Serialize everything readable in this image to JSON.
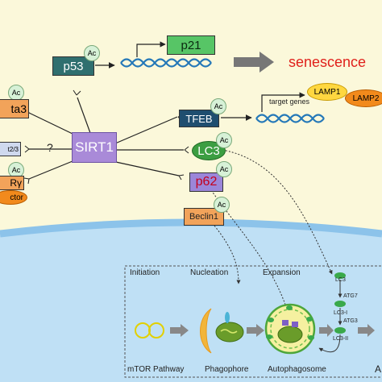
{
  "colors": {
    "cytoplasm": "#fbf8da",
    "nucleus": "#bfe0f5",
    "membrane": "#8cc3ea",
    "p53": "#2f6f6f",
    "p21": "#57c566",
    "sirt1": "#a98ad8",
    "tfeb": "#1f4e6f",
    "lc3": "#3c9e42",
    "p62": "#9b86d9",
    "beclin1": "#f2a35a",
    "lamp1": "#ffd740",
    "lamp2": "#f28a1c",
    "senescence": "#e0201b",
    "acetyl": "#d7f1d7",
    "dna": "#2478b8"
  },
  "labels": {
    "p53": "p53",
    "p21": "p21",
    "senescence": "senescence",
    "lamp1": "LAMP1",
    "lamp2": "LAMP2",
    "target_genes": "target genes",
    "tfeb": "TFEB",
    "sirt1": "SIRT1",
    "lc3": "LC3",
    "p62": "p62",
    "beclin1": "Beclin1",
    "question": "?",
    "left_ata3": "ta3",
    "left_small": "t2/3",
    "left_ry": "Rγ",
    "left_ctor": "ctor",
    "acetyl": "Ac"
  },
  "inset": {
    "initiation": "Initiation",
    "nucleation": "Nucleation",
    "expansion": "Expansion",
    "mtor": "mTOR Pathway",
    "phagophore": "Phagophore",
    "autophagosome": "Autophagosome",
    "right_a": "A",
    "lc3_top": "LC3",
    "atg7": "ATG7",
    "lc3_i": "LC3-I",
    "atg3": "ATG3",
    "lc3_ii": "LC3-II"
  }
}
